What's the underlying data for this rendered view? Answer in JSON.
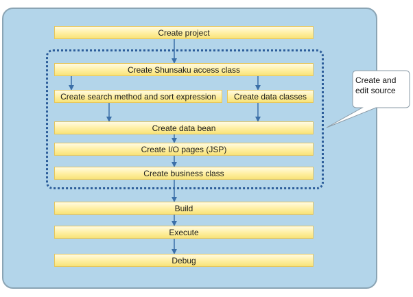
{
  "steps": {
    "create_project": "Create project",
    "create_access_class": "Create Shunsaku access class",
    "create_search_method": "Create search method and sort expression",
    "create_data_classes": "Create data classes",
    "create_data_bean": "Create data bean",
    "create_io_pages": "Create I/O pages (JSP)",
    "create_business_class": "Create business class",
    "build": "Build",
    "execute": "Execute",
    "debug": "Debug"
  },
  "callout": {
    "line1": "Create and",
    "line2": "edit source"
  }
}
